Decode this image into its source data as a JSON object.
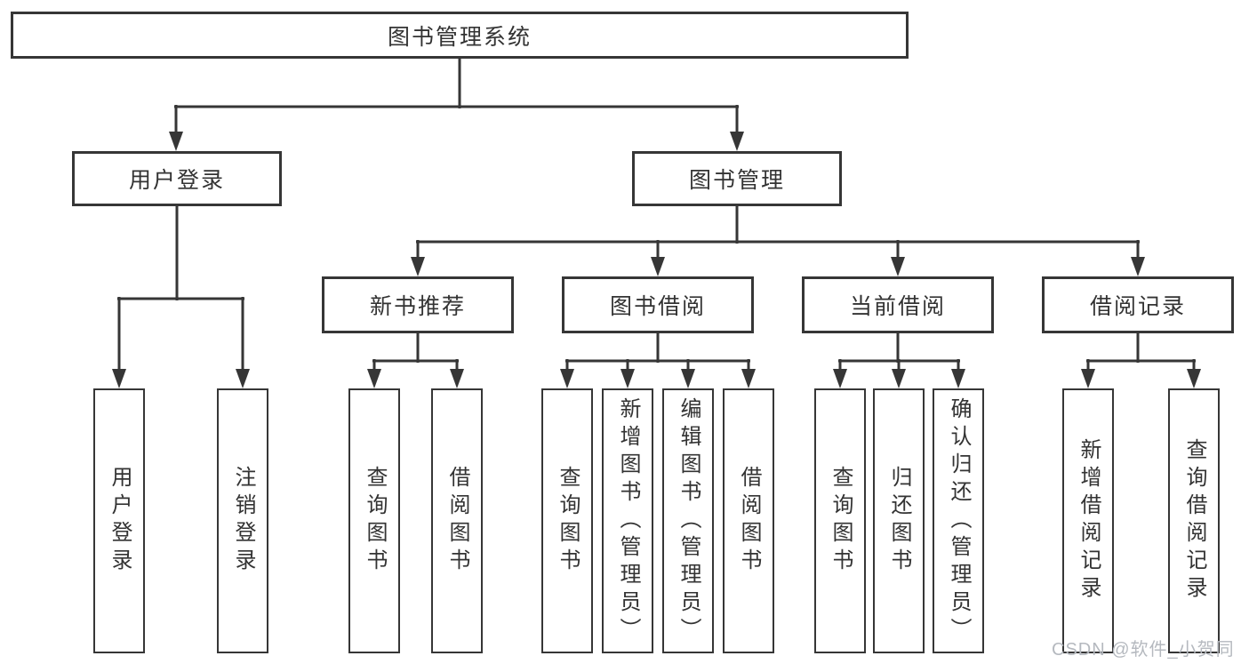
{
  "diagram": {
    "type": "tree",
    "root": {
      "label": "图书管理系统",
      "children": [
        {
          "label": "用户登录",
          "children": [
            {
              "label": "用户登录"
            },
            {
              "label": "注销登录"
            }
          ]
        },
        {
          "label": "图书管理",
          "children": [
            {
              "label": "新书推荐",
              "children": [
                {
                  "label": "查询图书"
                },
                {
                  "label": "借阅图书"
                }
              ]
            },
            {
              "label": "图书借阅",
              "children": [
                {
                  "label": "查询图书"
                },
                {
                  "label": "新增图书（管理员）"
                },
                {
                  "label": "编辑图书（管理员）"
                },
                {
                  "label": "借阅图书"
                }
              ]
            },
            {
              "label": "当前借阅",
              "children": [
                {
                  "label": "查询图书"
                },
                {
                  "label": "归还图书"
                },
                {
                  "label": "确认归还（管理员）"
                }
              ]
            },
            {
              "label": "借阅记录",
              "children": [
                {
                  "label": "新增借阅记录"
                },
                {
                  "label": "查询借阅记录"
                }
              ]
            }
          ]
        }
      ]
    }
  },
  "watermark": "CSDN @软件_小贺同学",
  "colors": {
    "line": "#363636",
    "text": "#333333",
    "background": "#ffffff",
    "watermark": "#b5b9bf"
  }
}
